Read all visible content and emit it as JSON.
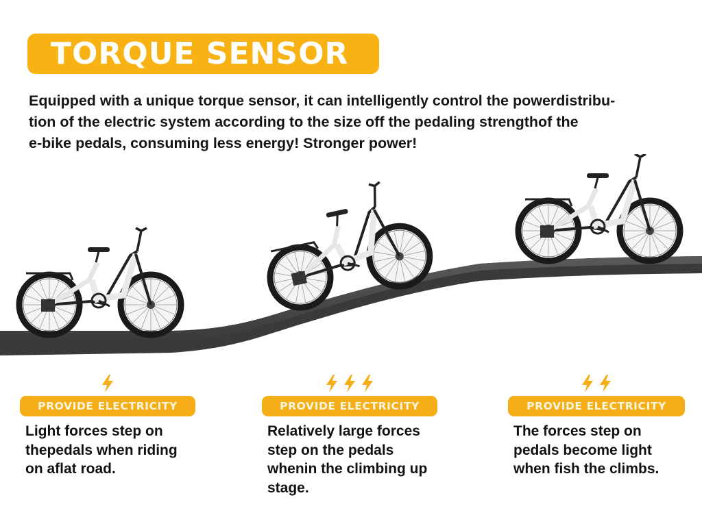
{
  "header": {
    "title": "TORQUE SENSOR",
    "accent_color": "#f9b214"
  },
  "intro": {
    "lines": [
      "Equipped with a unique torque sensor, it can intelligently control the powerdistribu-",
      "tion of the electric system according to the size off the pedaling strengthof the",
      "e-bike pedals, consuming less energy! Stronger power!"
    ]
  },
  "scene": {
    "road_color": "#3a3a3a",
    "bike_count": 3,
    "bikes": [
      {
        "position": "flat road",
        "label": "e-bike on flat road"
      },
      {
        "position": "climbing slope",
        "label": "e-bike climbing up"
      },
      {
        "position": "top of climb",
        "label": "e-bike finishing climb"
      }
    ]
  },
  "stages": [
    {
      "bolt_icon": "lightning-bolt-icon",
      "bolt_count": 1,
      "badge": "PROVIDE ELECTRICITY",
      "lines": [
        "Light forces step on",
        "thepedals when riding",
        "on aflat road."
      ]
    },
    {
      "bolt_icon": "lightning-bolt-icon",
      "bolt_count": 3,
      "badge": "PROVIDE ELECTRICITY",
      "lines": [
        "Relatively large forces",
        "step on the pedals",
        "whenin the climbing up",
        "stage."
      ]
    },
    {
      "bolt_icon": "lightning-bolt-icon",
      "bolt_count": 2,
      "badge": "PROVIDE ELECTRICITY",
      "lines": [
        "The forces step on",
        "pedals become light",
        "when fish the climbs."
      ]
    }
  ]
}
